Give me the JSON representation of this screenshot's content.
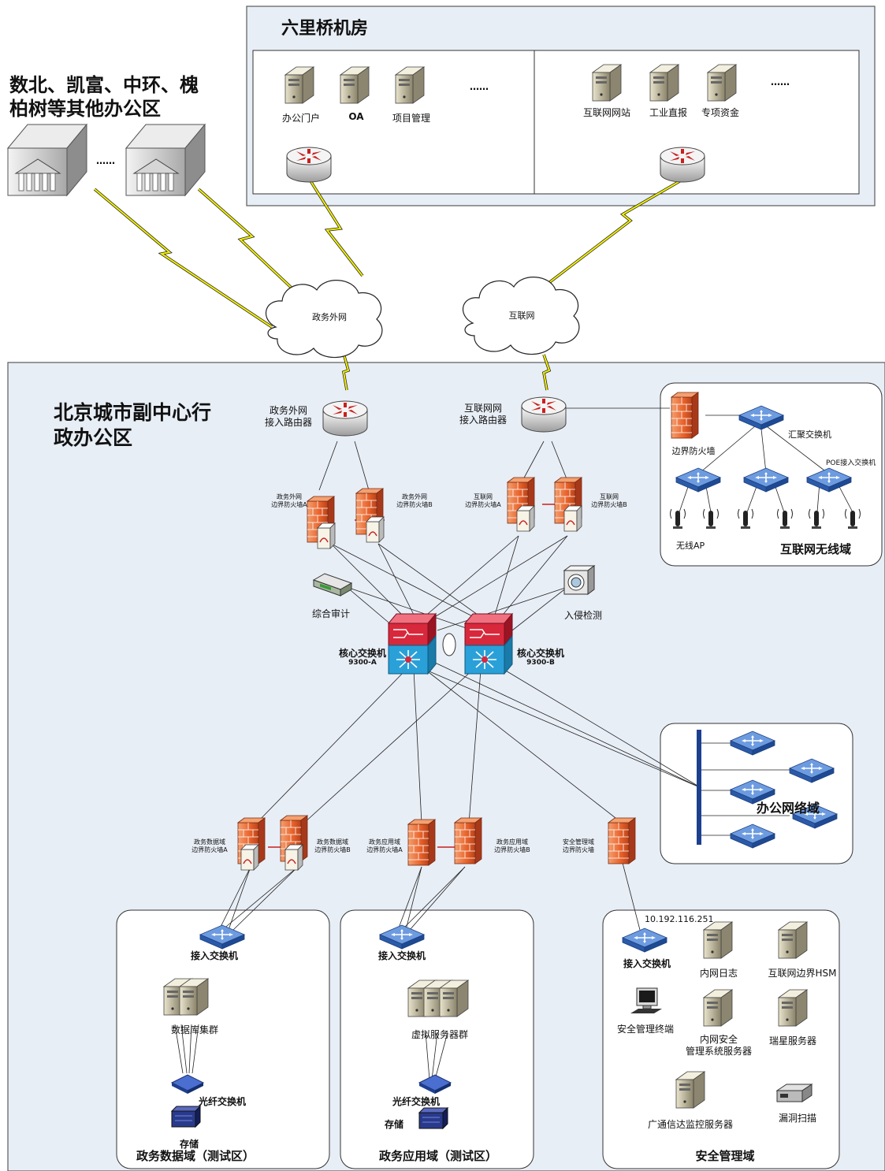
{
  "titles": {
    "liulqiao_room": "六里桥机房",
    "other_offices": "数北、凯富、中环、槐\n柏树等其他办公区",
    "main_office": "北京城市副中心行\n政办公区"
  },
  "ellipsis": "……",
  "liulqiao_left_apps": [
    "办公门户",
    "OA",
    "项目管理"
  ],
  "liulqiao_right_apps": [
    "互联网网站",
    "工业直报",
    "专项资金"
  ],
  "clouds": {
    "gov_extranet": "政务外网",
    "internet": "互联网"
  },
  "routers": {
    "gov_router": "政务外网\n接入路由器",
    "inet_router": "互联网网\n接入路由器"
  },
  "upper_firewalls": [
    "政务外网\n边界防火墙A",
    "政务外网\n边界防火墙B",
    "互联网\n边界防火墙A",
    "互联网\n边界防火墙B"
  ],
  "devices": {
    "audit": "综合审计",
    "ids": "入侵检测"
  },
  "core_switches": [
    {
      "label": "核心交换机",
      "model": "9300-A"
    },
    {
      "label": "核心交换机",
      "model": "9300-B"
    }
  ],
  "wireless": {
    "title": "互联网无线域",
    "border_firewall": "边界防火墙",
    "agg_switch": "汇聚交换机",
    "poe_switch": "POE接入交换机",
    "ap": "无线AP"
  },
  "office_net": {
    "title": "办公网络域"
  },
  "lower_firewalls": [
    "政务数据域\n边界防火墙A",
    "政务数据域\n边界防火墙B",
    "政务应用域\n边界防火墙A",
    "政务应用域\n边界防火墙B",
    "安全管理域\n边界防火墙"
  ],
  "data_domain": {
    "title": "政务数据域（测试区）",
    "access_switch": "接入交换机",
    "cluster": "数据库集群",
    "fc_switch": "光纤交换机",
    "storage": "存储"
  },
  "app_domain": {
    "title": "政务应用域（测试区）",
    "access_switch": "接入交换机",
    "cluster": "虚拟服务器群",
    "fc_switch": "光纤交换机",
    "storage": "存储"
  },
  "sec_domain": {
    "title": "安全管理域",
    "ip": "10.192.116.251",
    "access_switch": "接入交换机",
    "intranet_log": "内网日志",
    "hsm": "互联网边界HSM",
    "mgmt_terminal": "安全管理终端",
    "intranet_sec": "内网安全\n管理系统服务器",
    "rising": "瑞星服务器",
    "monitor": "广通信达监控服务器",
    "vuln_scan": "漏洞扫描"
  },
  "colors": {
    "panel_fill": "#e8eef6",
    "panel_border": "#5a5a5a",
    "lightning": "#f2f000",
    "firewall": "#e8622a",
    "switch_blue": "#2a63b6",
    "core_red": "#d8283c",
    "core_blue": "#2aa0d8"
  }
}
